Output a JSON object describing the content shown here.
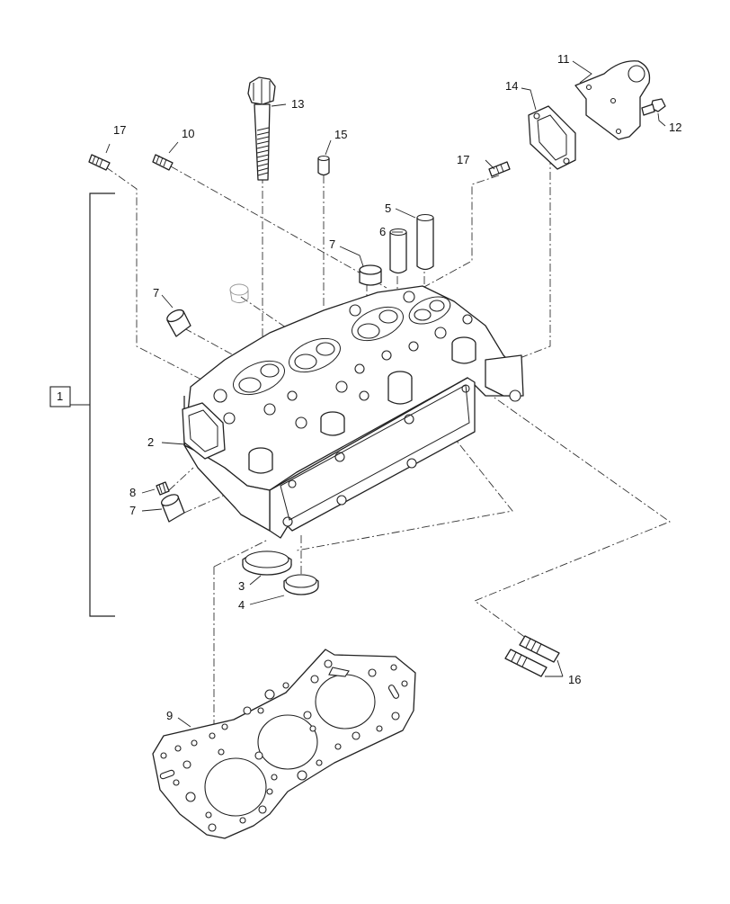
{
  "callouts": {
    "c1": "1",
    "c2": "2",
    "c3": "3",
    "c4": "4",
    "c5": "5",
    "c6": "6",
    "c7a": "7",
    "c7b": "7",
    "c7c": "7",
    "c8": "8",
    "c9": "9",
    "c10": "10",
    "c11": "11",
    "c12": "12",
    "c13": "13",
    "c14": "14",
    "c15": "15",
    "c16": "16",
    "c17a": "17",
    "c17b": "17"
  }
}
